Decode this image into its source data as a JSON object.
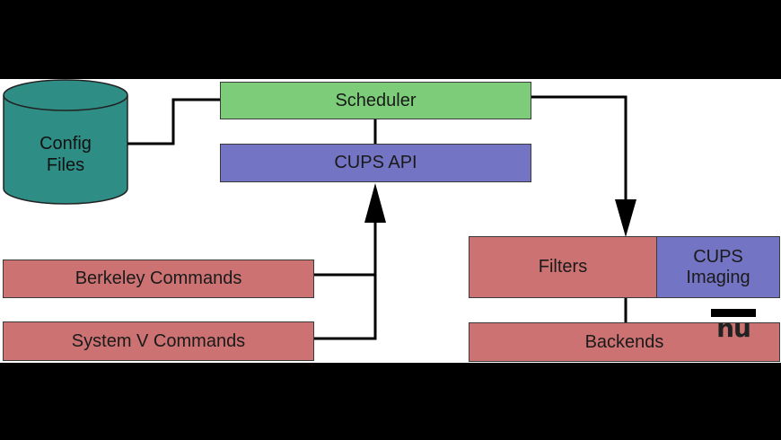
{
  "diagram": {
    "config_files": {
      "line1": "Config",
      "line2": "Files"
    },
    "scheduler": "Scheduler",
    "cups_api": "CUPS API",
    "berkeley_commands": "Berkeley Commands",
    "system_v_commands": "System V Commands",
    "filters": "Filters",
    "cups_imaging": {
      "line1": "CUPS",
      "line2": "Imaging"
    },
    "backends": "Backends",
    "watermark": "nu"
  },
  "colors": {
    "scheduler": "#7ccc7a",
    "api_imaging": "#7474c4",
    "commands_filters_backends": "#cc7272",
    "config_cylinder": "#2e8e86",
    "line": "#000000"
  }
}
